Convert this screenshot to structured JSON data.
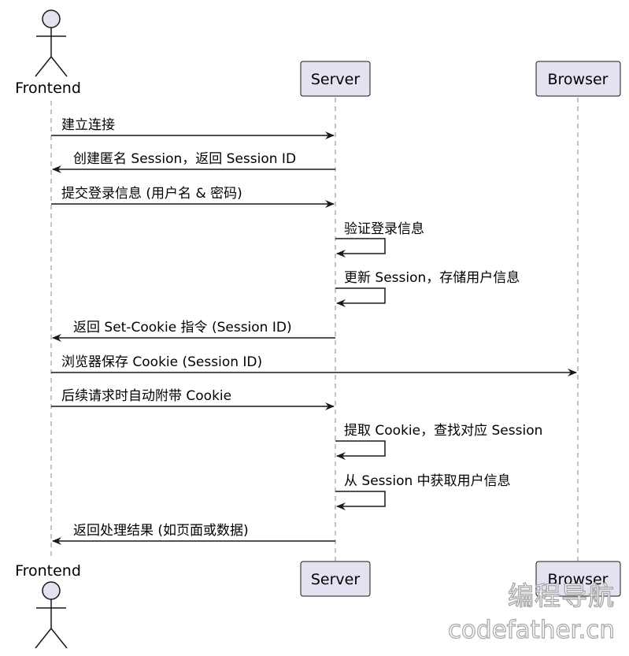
{
  "participants": {
    "frontend": {
      "label": "Frontend",
      "kind": "actor"
    },
    "server": {
      "label": "Server",
      "kind": "participant"
    },
    "browser": {
      "label": "Browser",
      "kind": "participant"
    }
  },
  "messages": [
    {
      "from": "frontend",
      "to": "server",
      "label": "建立连接"
    },
    {
      "from": "server",
      "to": "frontend",
      "label": "创建匿名 Session，返回 Session ID"
    },
    {
      "from": "frontend",
      "to": "server",
      "label": "提交登录信息 (用户名 & 密码)"
    },
    {
      "from": "server",
      "to": "server",
      "label": "验证登录信息"
    },
    {
      "from": "server",
      "to": "server",
      "label": "更新 Session，存储用户信息"
    },
    {
      "from": "server",
      "to": "frontend",
      "label": "返回 Set-Cookie 指令 (Session ID)"
    },
    {
      "from": "frontend",
      "to": "browser",
      "label": "浏览器保存 Cookie (Session ID)"
    },
    {
      "from": "frontend",
      "to": "server",
      "label": "后续请求时自动附带 Cookie"
    },
    {
      "from": "server",
      "to": "server",
      "label": "提取 Cookie，查找对应 Session"
    },
    {
      "from": "server",
      "to": "server",
      "label": "从 Session 中获取用户信息"
    },
    {
      "from": "server",
      "to": "frontend",
      "label": "返回处理结果 (如页面或数据)"
    }
  ],
  "watermark": {
    "line1": "编程导航",
    "line2": "codefather.cn"
  },
  "colors": {
    "participant_fill": "#e2e2f0",
    "participant_stroke": "#181818",
    "lifeline": "#b0b0b0",
    "arrow": "#181818",
    "watermark": "#a6a6a6"
  }
}
